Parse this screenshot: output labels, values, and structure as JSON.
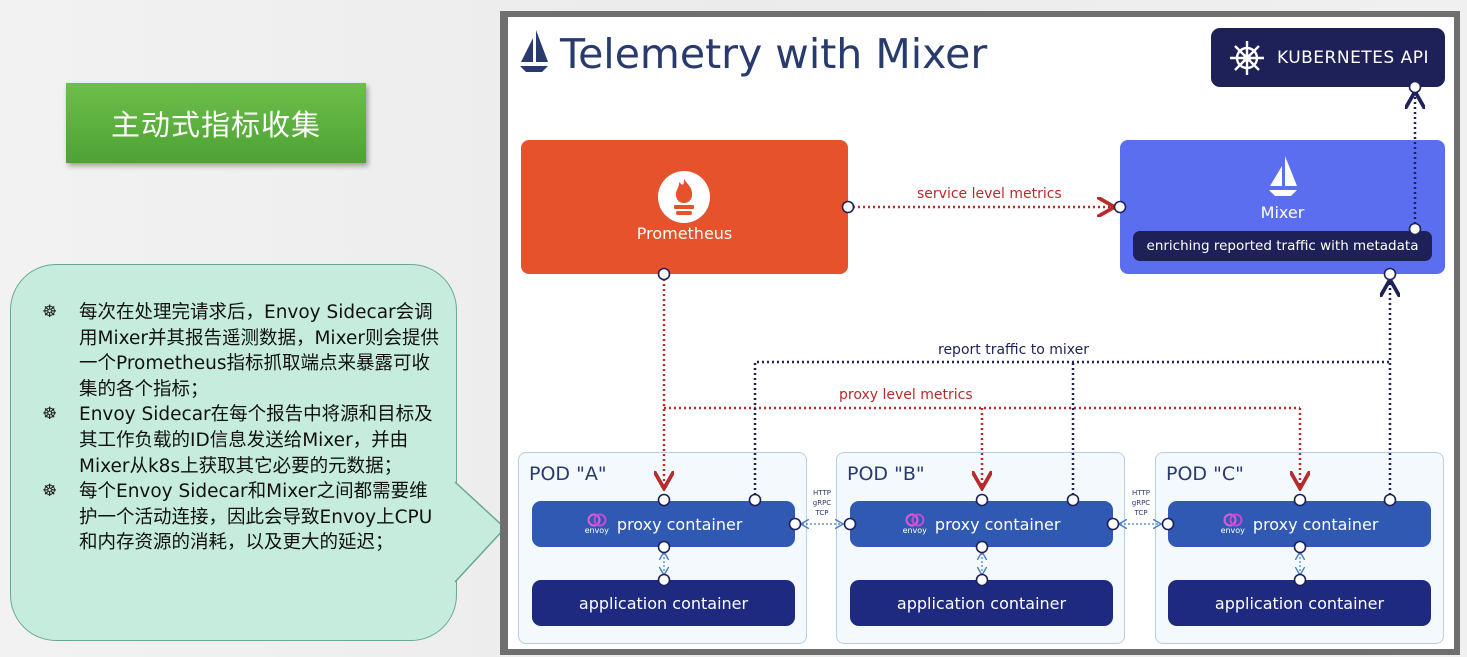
{
  "slide": {
    "title_badge": "主动式指标收集",
    "bullet_symbol": "☸",
    "bullets": [
      "每次在处理完请求后，Envoy Sidecar会调用Mixer并其报告遥测数据，Mixer则会提供一个Prometheus指标抓取端点来暴露可收集的各个指标；",
      "Envoy Sidecar在每个报告中将源和目标及其工作负载的ID信息发送给Mixer，并由Mixer从k8s上获取其它必要的元数据；",
      "每个Envoy Sidecar和Mixer之间都需要维护一个活动连接，因此会导致Envoy上CPU和内存资源的消耗，以及更大的延迟；"
    ]
  },
  "diagram": {
    "title": "Telemetry with Mixer",
    "kubernetes_api": "KUBERNETES API",
    "prometheus": "Prometheus",
    "mixer": "Mixer",
    "mixer_sub": "enriching reported traffic with metadata",
    "edge_service_level": "service level metrics",
    "edge_report": "report traffic to mixer",
    "edge_proxy_level": "proxy level metrics",
    "pods": [
      {
        "label": "POD \"A\"",
        "proxy": "proxy container",
        "app": "application container"
      },
      {
        "label": "POD \"B\"",
        "proxy": "proxy container",
        "app": "application container"
      },
      {
        "label": "POD \"C\"",
        "proxy": "proxy container",
        "app": "application container"
      }
    ],
    "envoy_logo_text": "envoy",
    "protocols": [
      "HTTP",
      "gRPC",
      "TCP"
    ],
    "colors": {
      "prometheus": "#e6522c",
      "mixer": "#5b6ef0",
      "navy": "#1e2157",
      "proxy": "#2f59b2",
      "app": "#1e2a80",
      "red_edge": "#b72b2b",
      "badge_green": "#5aae3c",
      "bubble": "#c6ecdd"
    },
    "icons": [
      "istio-sail-icon",
      "kubernetes-helm-icon",
      "prometheus-flame-icon",
      "envoy-logo-icon",
      "dotted-arrow-icon"
    ]
  }
}
